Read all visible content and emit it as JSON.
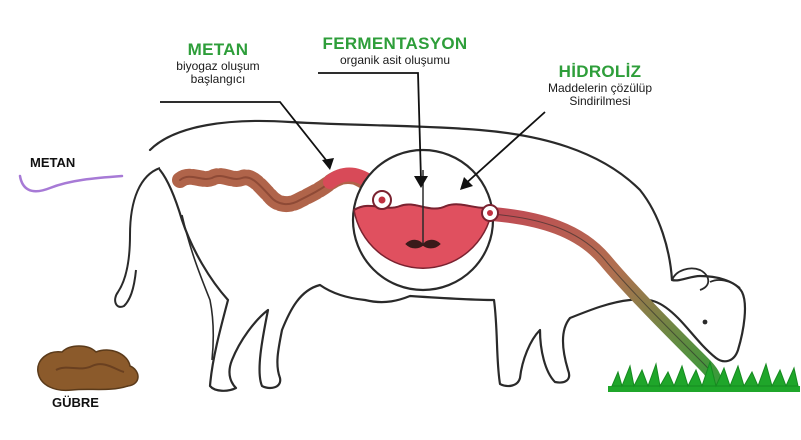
{
  "labels": {
    "metan_stage": {
      "title": "METAN",
      "line1": "biyogaz oluşum",
      "line2": "başlangıcı"
    },
    "fermentasyon_stage": {
      "title": "FERMENTASYON",
      "line1": "organik asit oluşumu"
    },
    "hidroliz_stage": {
      "title": "HİDROLİZ",
      "line1": "Maddelerin çözülüp",
      "line2": "Sindirilmesi"
    },
    "metan_gas": "METAN",
    "gubre": "GÜBRE"
  },
  "colors": {
    "stage_title": "#2e9e3a",
    "outline": "#2a2a2a",
    "stomach": "#e0505f",
    "stomach_dark": "#7a2230",
    "intestine": "#b0644a",
    "esophagus_start": "#c04a54",
    "esophagus_end": "#3a9a3a",
    "methane_wisp": "#a77ad6",
    "manure": "#8b5a2b",
    "grass": "#1fa62a"
  }
}
